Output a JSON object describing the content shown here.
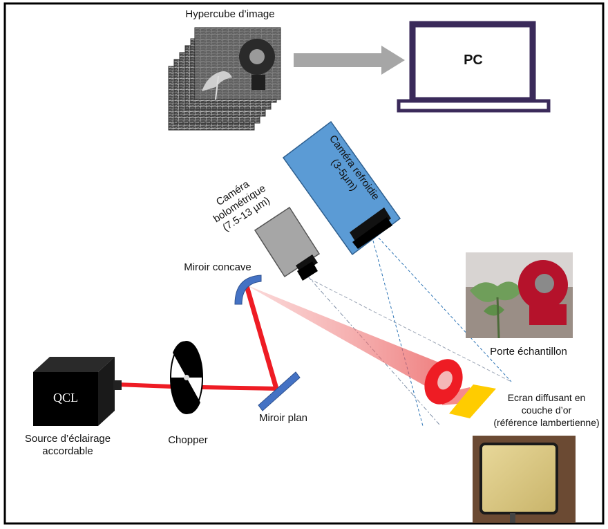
{
  "labels": {
    "hypercube": "Hypercube d’image",
    "pc": "PC",
    "camera_cooled": [
      "Caméra refroidie",
      "(3-5µm)"
    ],
    "camera_bolo": [
      "Caméra",
      "bolométrique",
      "(7.5-13 µm)"
    ],
    "concave_mirror": "Miroir concave",
    "plane_mirror": "Miroir plan",
    "qcl": "QCL",
    "source": [
      "Source d’éclairage",
      "accordable"
    ],
    "chopper": "Chopper",
    "sample_holder": "Porte échantillon",
    "screen": [
      "Ecran diffusant en",
      "couche d’or",
      "(référence lambertienne)"
    ]
  },
  "colors": {
    "frame": "#000000",
    "laser": "#ee1c24",
    "beam_cone": "#f08080",
    "cooled_camera": "#5b9bd5",
    "bolo_camera": "#a6a6a6",
    "mirror": "#4472c4",
    "gold_screen": "#ffcc00",
    "sample_red": "#c8102e",
    "arrow": "#a6a6a6"
  },
  "icons": [
    "laptop-icon",
    "arrow-right-icon",
    "hyperspectral-stack-icon",
    "qcl-box-icon",
    "chopper-wheel-icon",
    "sample-photo",
    "gold-screen-photo"
  ]
}
